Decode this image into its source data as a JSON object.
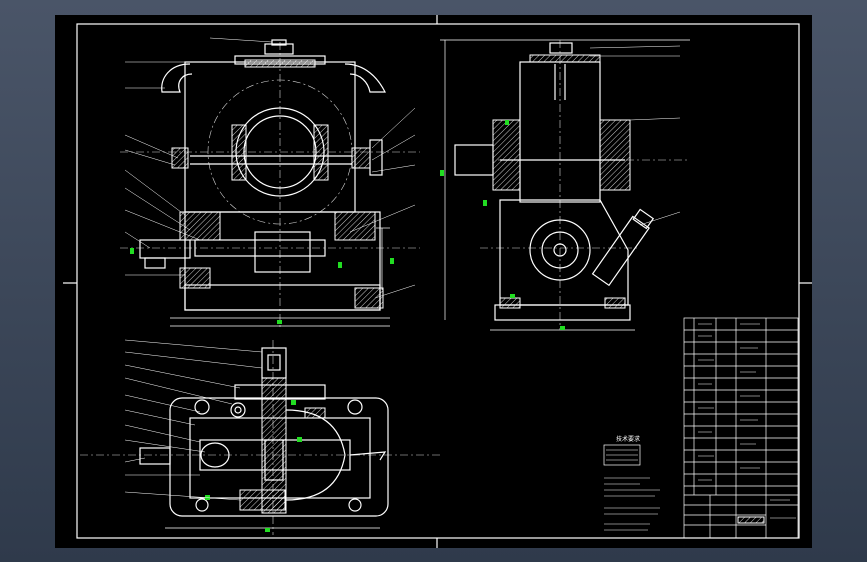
{
  "colors": {
    "background": "#3a4556",
    "sheet": "#000000",
    "lines": "#ffffff",
    "dimension_marks": "#22dd22"
  },
  "views": [
    "front-view",
    "side-view",
    "top-view"
  ],
  "technical_requirements": {
    "title": "技术要求",
    "lines": [
      "",
      "",
      "",
      "",
      "",
      ""
    ]
  },
  "title_block": {
    "drawing_name": "",
    "rows": 14
  }
}
